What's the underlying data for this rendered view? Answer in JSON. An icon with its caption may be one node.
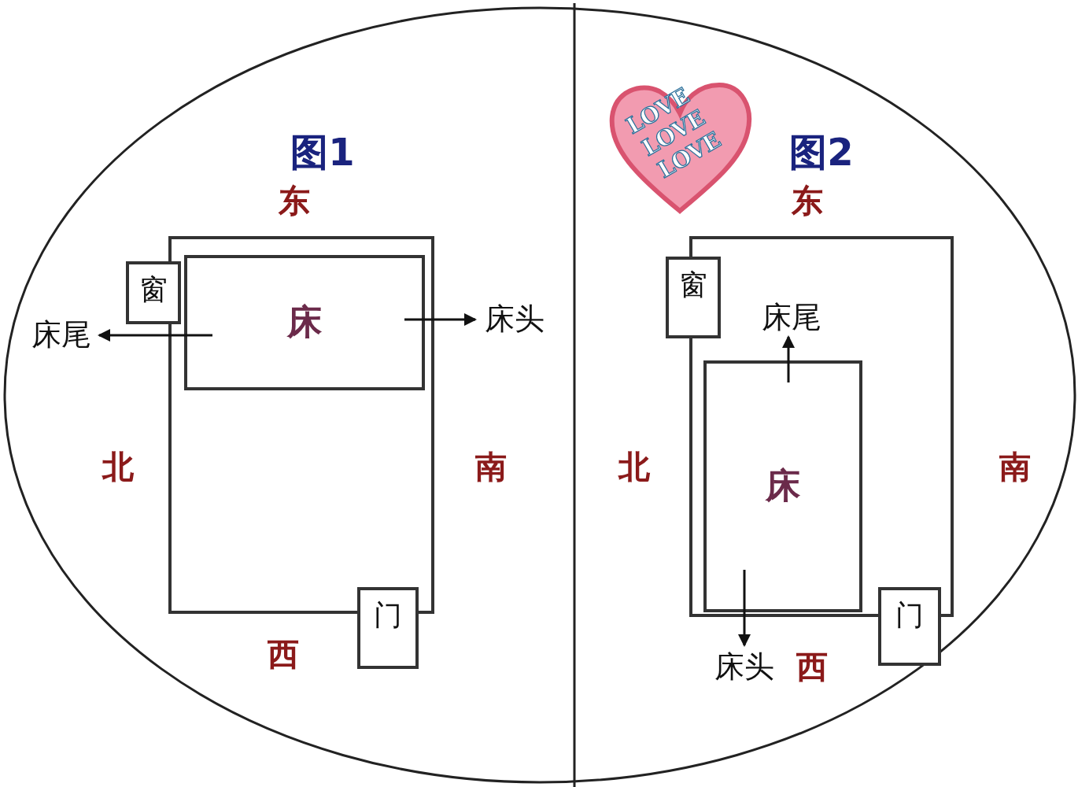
{
  "diagram": {
    "nodes": [
      {
        "text": [],
        "shape": "box"
      },
      {
        "text": [
          "床"
        ],
        "in": 0
      },
      {
        "text": [
          "窗"
        ]
      },
      {
        "text": [
          "门"
        ]
      },
      {
        "text": [
          "床尾"
        ]
      },
      {
        "text": [
          "床头"
        ]
      },
      {
        "text": [
          "LOVE",
          "LOVE",
          "LOVE"
        ]
      },
      {
        "text": [],
        "shape": "box"
      },
      {
        "text": [
          "床"
        ],
        "in": 7
      },
      {
        "text": [
          "窗"
        ]
      },
      {
        "text": [
          "门"
        ]
      },
      {
        "text": [
          "床尾"
        ],
        "in": 7
      },
      {
        "text": [
          "床头"
        ]
      }
    ],
    "edges": [
      {
        "from": 1,
        "to": 4,
        "arrow": "to"
      },
      {
        "from": 1,
        "to": 5,
        "arrow": "to"
      },
      {
        "from": 8,
        "to": 11,
        "arrow": "to"
      },
      {
        "from": 8,
        "to": 12,
        "arrow": "to"
      }
    ],
    "labels": [
      "图1",
      "东",
      "北",
      "南",
      "西",
      "图2",
      "东",
      "北",
      "南",
      "西"
    ]
  }
}
